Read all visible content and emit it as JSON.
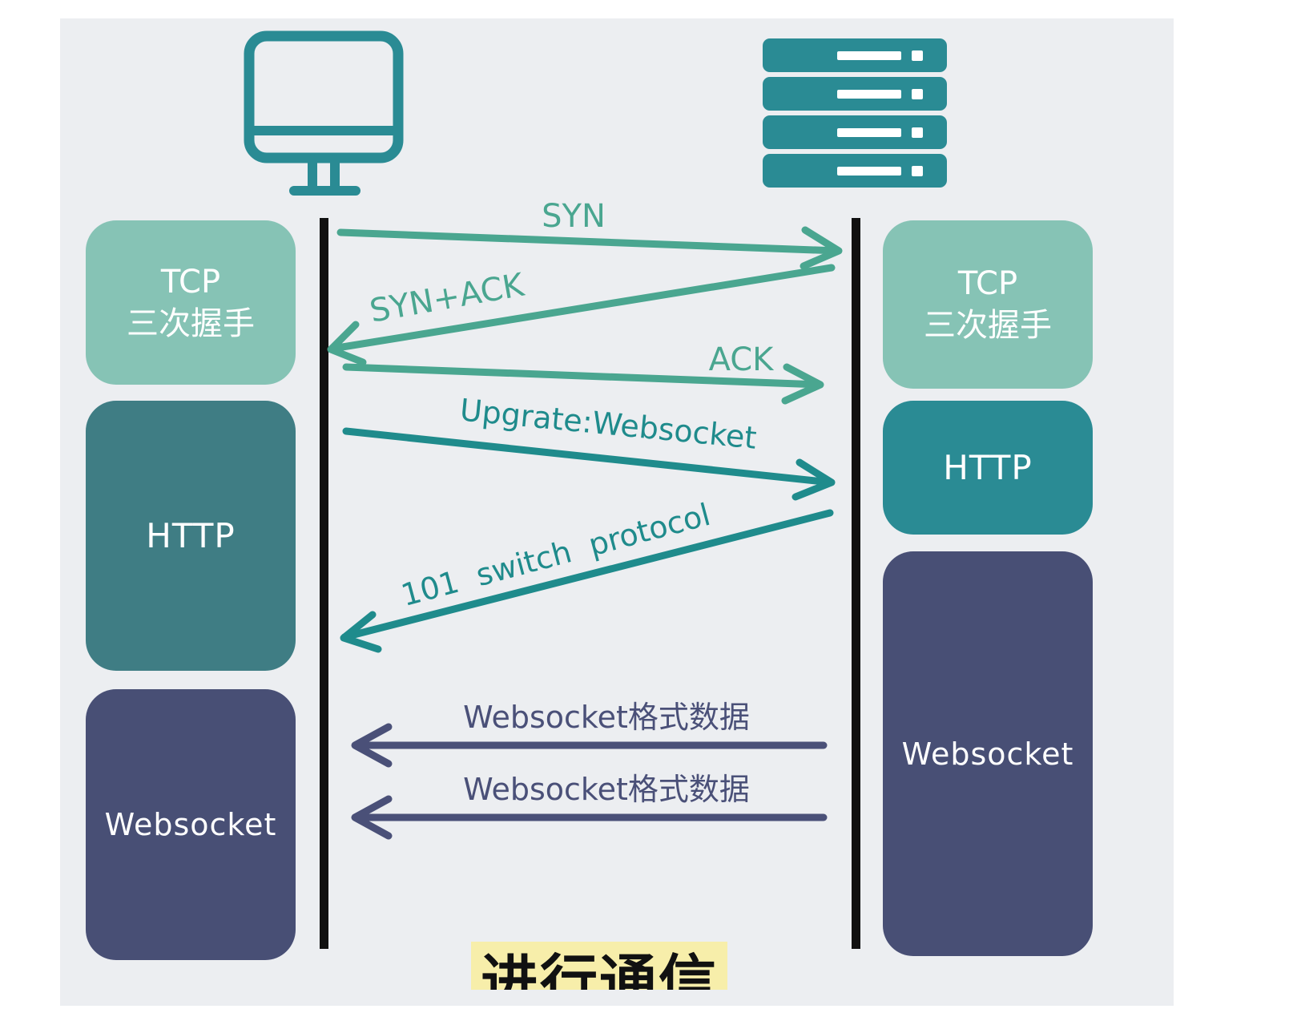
{
  "colors": {
    "tcp": "#86c3b5",
    "http_left": "#3f7d84",
    "http_right": "#2a8b94",
    "websocket": "#484f75",
    "handshake_arrow": "#4aa690",
    "http_arrow": "#1f8b8c",
    "ws_arrow": "#4a5078",
    "icon": "#2a8b94"
  },
  "icons": {
    "client": "monitor-icon",
    "server": "server-icon"
  },
  "client": {
    "tcp": {
      "line1": "TCP",
      "line2": "三次握手"
    },
    "http": "HTTP",
    "websocket": "Websocket"
  },
  "server": {
    "tcp": {
      "line1": "TCP",
      "line2": "三次握手"
    },
    "http": "HTTP",
    "websocket": "Websocket"
  },
  "messages": {
    "syn": "SYN",
    "syn_ack": "SYN+ACK",
    "ack": "ACK",
    "upgrade": "Upgrate:Websocket",
    "switch": "101  switch  protocol",
    "ws_data_1": "Websocket格式数据",
    "ws_data_2": "Websocket格式数据"
  },
  "caption": "进行通信"
}
